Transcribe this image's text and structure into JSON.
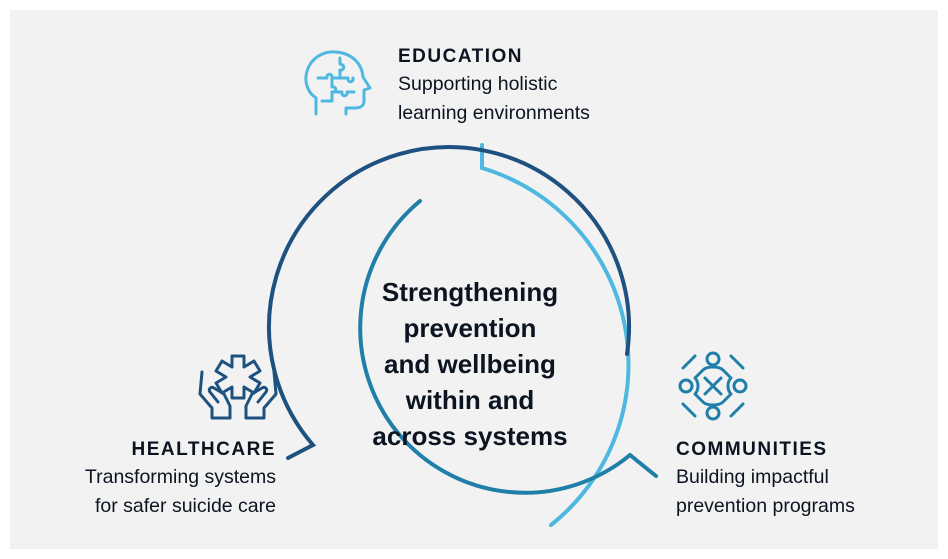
{
  "colors": {
    "background": "#f2f2f2",
    "light_blue": "#4fb8e0",
    "mid_teal": "#1f7fa8",
    "dark_blue": "#1f5180",
    "text": "#0b1420"
  },
  "center": {
    "lines": [
      "Strengthening",
      "prevention",
      "and wellbeing",
      "within and",
      "across systems"
    ]
  },
  "nodes": [
    {
      "id": "education",
      "icon": "head-puzzle-icon",
      "title": "EDUCATION",
      "description_lines": [
        "Supporting holistic",
        "learning environments"
      ]
    },
    {
      "id": "healthcare",
      "icon": "hands-medical-star-icon",
      "title": "HEALTHCARE",
      "description_lines": [
        "Transforming systems",
        "for safer suicide care"
      ]
    },
    {
      "id": "communities",
      "icon": "people-circle-icon",
      "title": "COMMUNITIES",
      "description_lines": [
        "Building impactful",
        "prevention programs"
      ]
    }
  ]
}
